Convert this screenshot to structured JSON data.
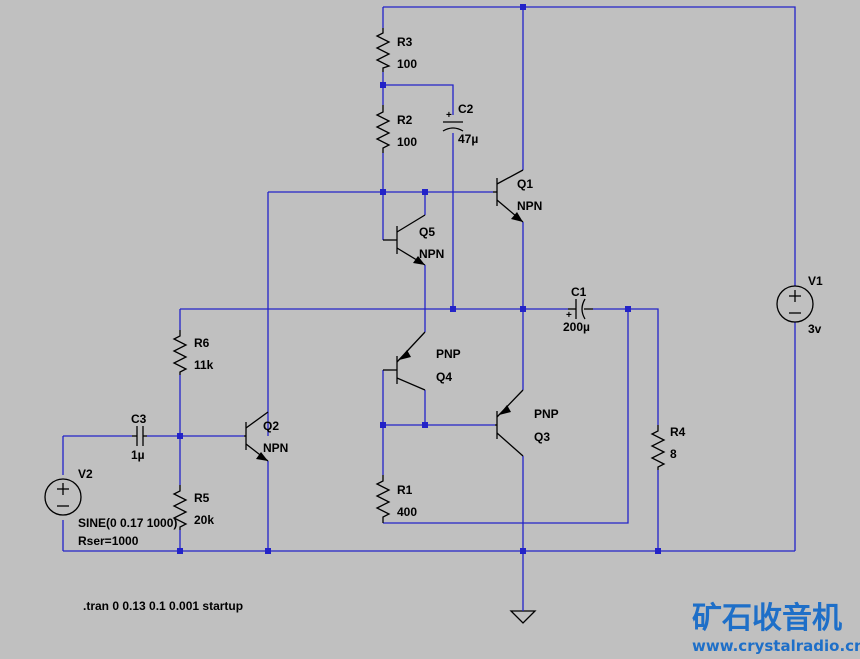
{
  "colors": {
    "background": "#c0c0c0",
    "wire": "#2323c8",
    "component": "#000000",
    "watermark": "#1e6fc8"
  },
  "components": {
    "R3": {
      "name": "R3",
      "value": "100"
    },
    "R2": {
      "name": "R2",
      "value": "100"
    },
    "C2": {
      "name": "C2",
      "value": "47µ",
      "polarity": "+"
    },
    "Q1": {
      "name": "Q1",
      "type": "NPN"
    },
    "Q5": {
      "name": "Q5",
      "type": "NPN"
    },
    "C1": {
      "name": "C1",
      "value": "200µ",
      "polarity": "+"
    },
    "V1": {
      "name": "V1",
      "value": "3v"
    },
    "R6": {
      "name": "R6",
      "value": "11k"
    },
    "Q4": {
      "name": "Q4",
      "type": "PNP"
    },
    "Q3": {
      "name": "Q3",
      "type": "PNP"
    },
    "R4": {
      "name": "R4",
      "value": "8"
    },
    "C3": {
      "name": "C3",
      "value": "1µ"
    },
    "Q2": {
      "name": "Q2",
      "type": "NPN"
    },
    "V2": {
      "name": "V2",
      "value": "SINE(0 0.17 1000)",
      "rser": "Rser=1000"
    },
    "R5": {
      "name": "R5",
      "value": "20k"
    },
    "R1": {
      "name": "R1",
      "value": "400"
    }
  },
  "directive": ".tran 0 0.13 0.1 0.001 startup",
  "watermark": {
    "line1": "矿石收音机",
    "line2": "www.crystalradio.cn"
  }
}
